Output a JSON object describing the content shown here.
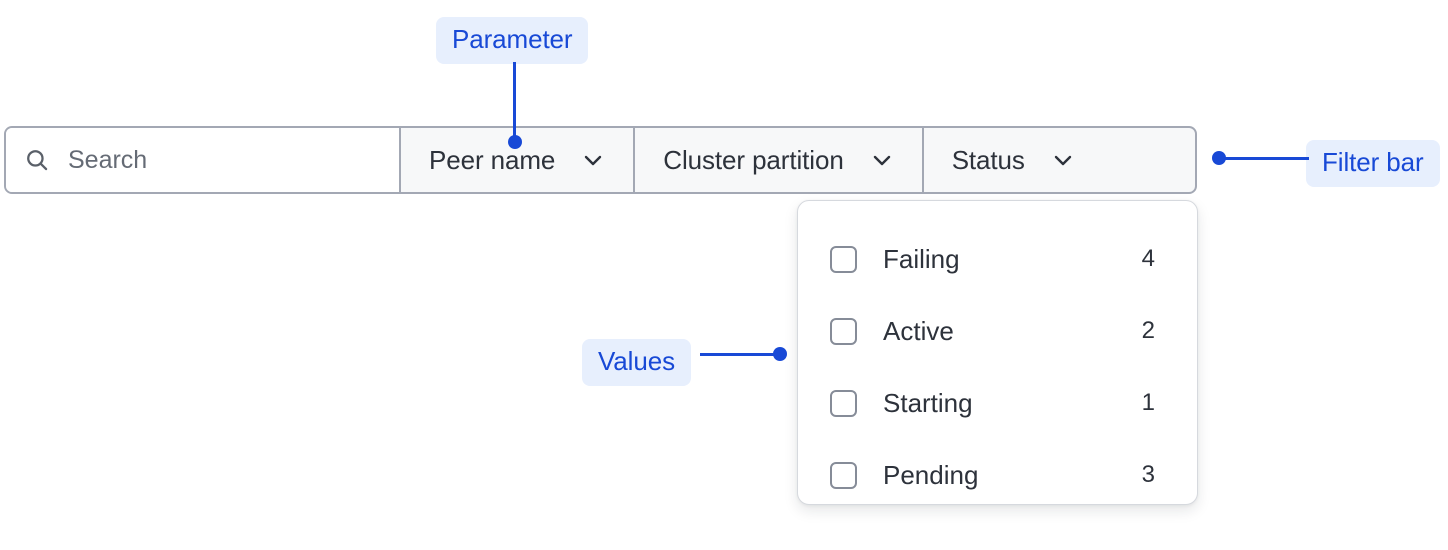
{
  "filter_bar": {
    "search": {
      "icon": "search-icon",
      "placeholder": "Search",
      "value": ""
    },
    "segments": [
      {
        "label": "Peer name",
        "icon": "chevron-down-icon"
      },
      {
        "label": "Cluster partition",
        "icon": "chevron-down-icon"
      },
      {
        "label": "Status",
        "icon": "chevron-down-icon"
      }
    ]
  },
  "dropdown": {
    "open_for": "Status",
    "options": [
      {
        "label": "Failing",
        "count": "4",
        "checked": false
      },
      {
        "label": "Active",
        "count": "2",
        "checked": false
      },
      {
        "label": "Starting",
        "count": "1",
        "checked": false
      },
      {
        "label": "Pending",
        "count": "3",
        "checked": false
      }
    ]
  },
  "annotations": {
    "parameter": "Parameter",
    "values": "Values",
    "filter_bar": "Filter bar"
  },
  "colors": {
    "annotation_text": "#1849d6",
    "annotation_bg": "#e7effd",
    "bar_border": "#a3a8b4",
    "segment_bg": "#f7f8f9",
    "text": "#2d323b",
    "placeholder": "#656b75",
    "checkbox_border": "#868c98",
    "panel_border": "#d6d9de"
  }
}
